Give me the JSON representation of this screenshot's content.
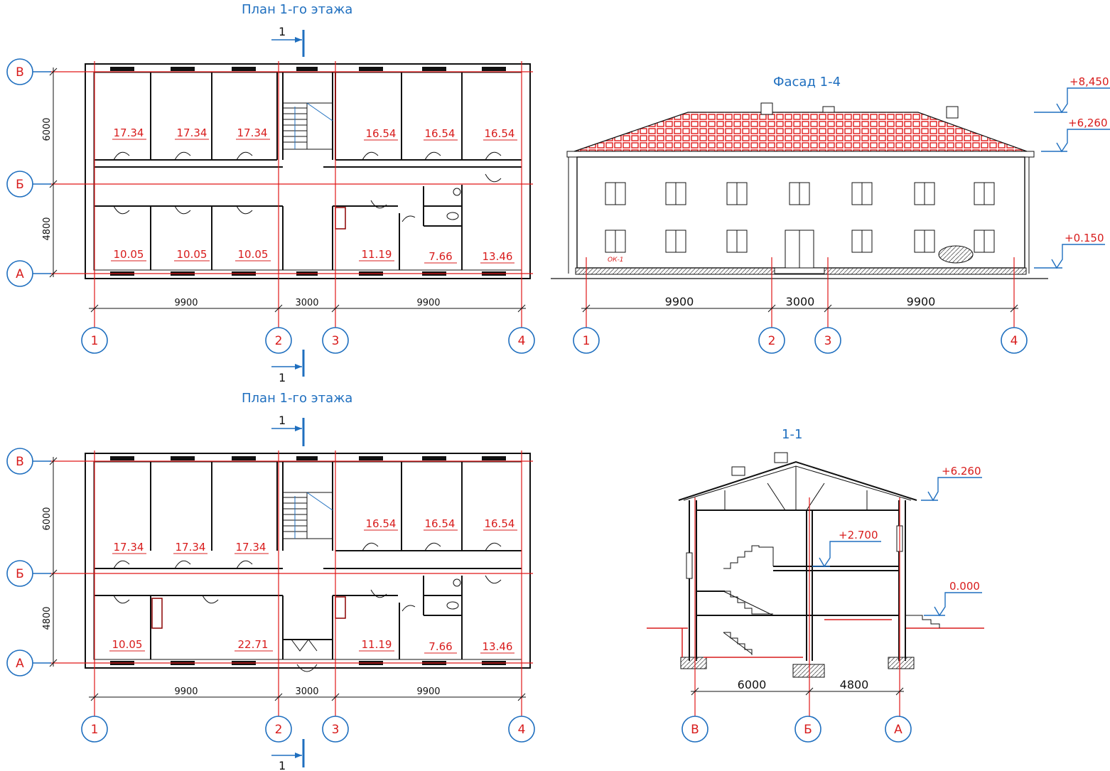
{
  "plan_top": {
    "title": "План 1-го этажа",
    "section_mark": "1",
    "axes_rows": [
      "В",
      "Б",
      "А"
    ],
    "axes_cols": [
      "1",
      "2",
      "3",
      "4"
    ],
    "vertical_dims": [
      "6000",
      "4800"
    ],
    "horizontal_dims": [
      "9900",
      "3000",
      "9900"
    ],
    "rooms_upper_left": [
      "17.34",
      "17.34",
      "17.34"
    ],
    "rooms_upper_right": [
      "16.54",
      "16.54",
      "16.54"
    ],
    "rooms_lower": [
      "10.05",
      "10.05",
      "10.05",
      "11.19",
      "7.66",
      "13.46"
    ]
  },
  "plan_bottom": {
    "title": "План 1-го этажа",
    "section_mark": "1",
    "axes_rows": [
      "В",
      "Б",
      "А"
    ],
    "axes_cols": [
      "1",
      "2",
      "3",
      "4"
    ],
    "vertical_dims": [
      "6000",
      "4800"
    ],
    "horizontal_dims": [
      "9900",
      "3000",
      "9900"
    ],
    "rooms_upper_left": [
      "17.34",
      "17.34",
      "17.34"
    ],
    "rooms_upper_right": [
      "16.54",
      "16.54",
      "16.54"
    ],
    "rooms_lower": [
      "10.05",
      "22.71",
      "11.19",
      "7.66",
      "13.46"
    ]
  },
  "facade": {
    "title": "Фасад 1-4",
    "levels": [
      "+8,450",
      "+6,260",
      "+0.150"
    ],
    "window_tag": "ОК-1",
    "axes_cols": [
      "1",
      "2",
      "3",
      "4"
    ],
    "horizontal_dims": [
      "9900",
      "3000",
      "9900"
    ]
  },
  "section": {
    "title": "1-1",
    "levels": [
      "+6.260",
      "+2.700",
      "0.000"
    ],
    "axes": [
      "В",
      "Б",
      "А"
    ],
    "horizontal_dims": [
      "6000",
      "4800"
    ]
  },
  "colors": {
    "axis": "#e01818",
    "blue": "#1f6fbf",
    "roof": "#e01818",
    "ink": "#111111"
  }
}
